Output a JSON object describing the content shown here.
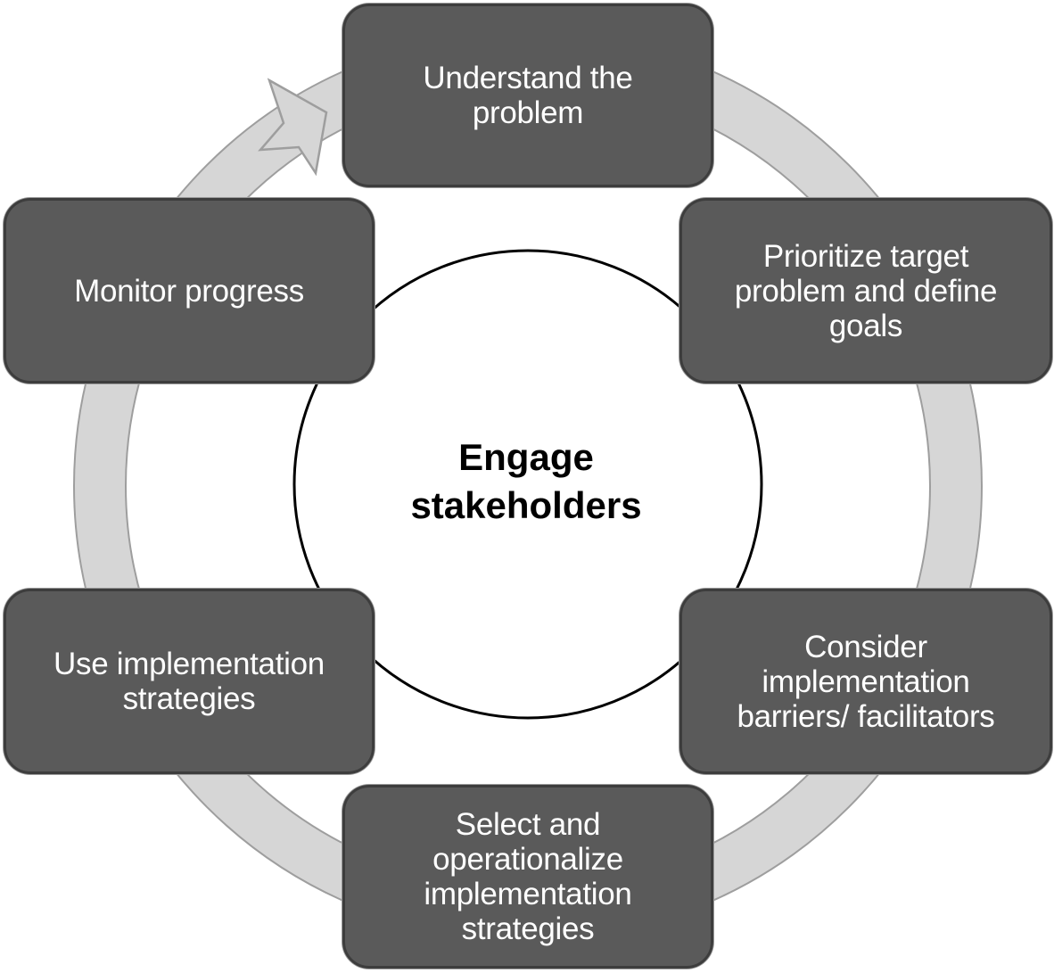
{
  "colors": {
    "box_fill": "#5a5a5a",
    "box_border": "#3d3d3d",
    "ring_fill": "#d6d6d6",
    "ring_stroke": "#9e9e9e",
    "center_stroke": "#000000",
    "box_text": "#ffffff",
    "center_text": "#000000"
  },
  "icons": {
    "cycle_arrow": "cycle-arrow-icon"
  },
  "center": {
    "label": "Engage\nstakeholders"
  },
  "steps": [
    {
      "label": "Understand the\nproblem"
    },
    {
      "label": "Prioritize target\nproblem and define\ngoals"
    },
    {
      "label": "Consider\nimplementation\nbarriers/ facilitators"
    },
    {
      "label": "Select and\noperationalize\nimplementation\nstrategies"
    },
    {
      "label": "Use implementation\nstrategies"
    },
    {
      "label": "Monitor progress"
    }
  ]
}
